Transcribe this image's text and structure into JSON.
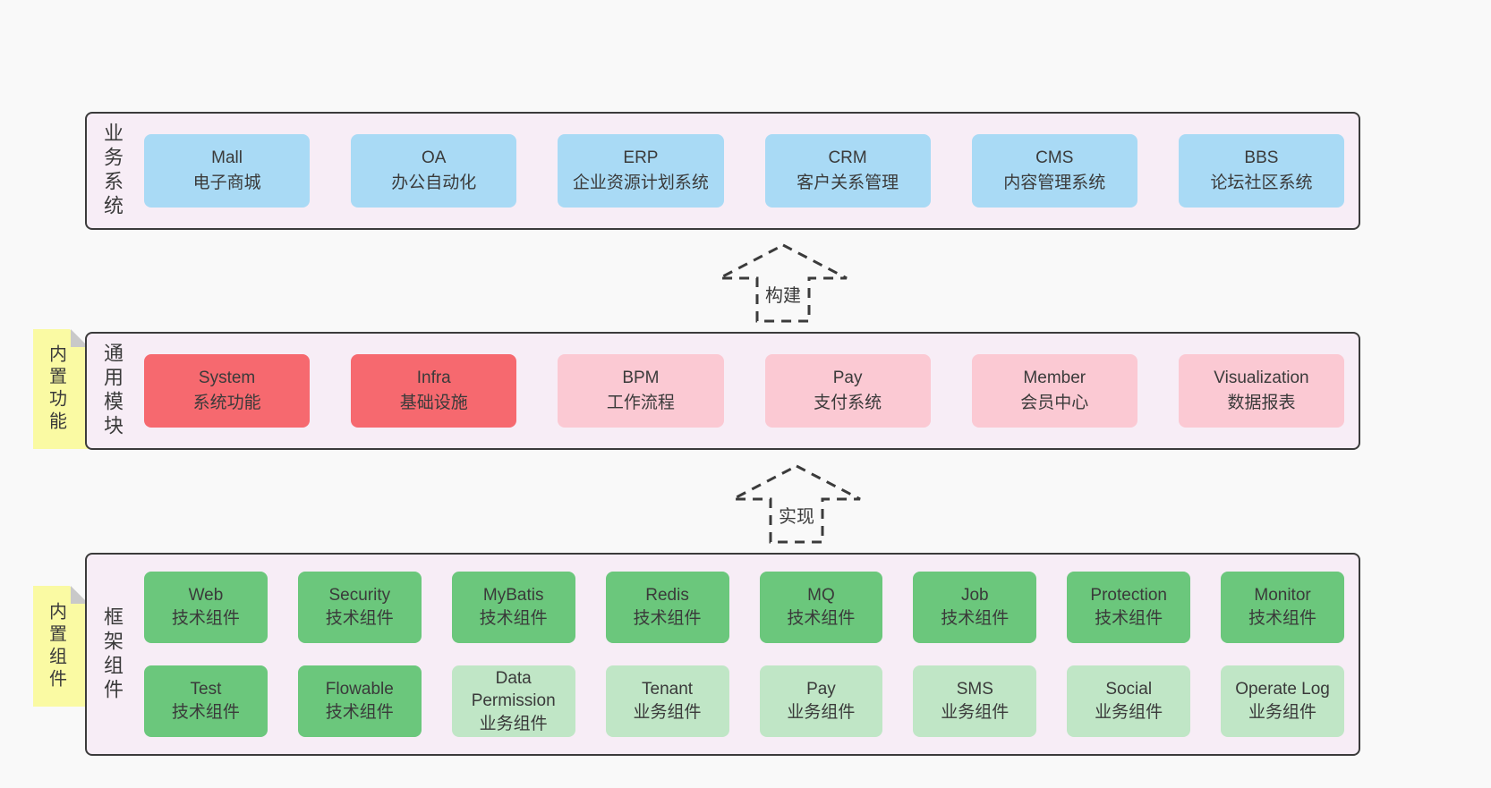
{
  "colors": {
    "page_bg": "#f9f9f9",
    "container_bg": "#f7edf6",
    "container_border": "#3b3b3b",
    "box_blue": "#a9daf5",
    "box_red": "#f6696f",
    "box_pink": "#fbc9d3",
    "box_green_dark": "#6bc77c",
    "box_green_light": "#c0e6c6",
    "note_yellow": "#fafaa3",
    "note_fold_gray": "#c9c9c9",
    "text": "#3a3a3a"
  },
  "arrows": [
    {
      "label": "构建"
    },
    {
      "label": "实现"
    }
  ],
  "sections": [
    {
      "label": "业务系统",
      "rows": [
        [
          {
            "name": "Mall",
            "desc": "电子商城"
          },
          {
            "name": "OA",
            "desc": "办公自动化"
          },
          {
            "name": "ERP",
            "desc": "企业资源计划系统"
          },
          {
            "name": "CRM",
            "desc": "客户关系管理"
          },
          {
            "name": "CMS",
            "desc": "内容管理系统"
          },
          {
            "name": "BBS",
            "desc": "论坛社区系统"
          }
        ]
      ]
    },
    {
      "label": "通用模块",
      "note": "内置功能",
      "rows": [
        [
          {
            "name": "System",
            "desc": "系统功能"
          },
          {
            "name": "Infra",
            "desc": "基础设施"
          },
          {
            "name": "BPM",
            "desc": "工作流程"
          },
          {
            "name": "Pay",
            "desc": "支付系统"
          },
          {
            "name": "Member",
            "desc": "会员中心"
          },
          {
            "name": "Visualization",
            "desc": "数据报表"
          }
        ]
      ]
    },
    {
      "label": "框架组件",
      "note": "内置组件",
      "rows": [
        [
          {
            "name": "Web",
            "desc": "技术组件"
          },
          {
            "name": "Security",
            "desc": "技术组件"
          },
          {
            "name": "MyBatis",
            "desc": "技术组件"
          },
          {
            "name": "Redis",
            "desc": "技术组件"
          },
          {
            "name": "MQ",
            "desc": "技术组件"
          },
          {
            "name": "Job",
            "desc": "技术组件"
          },
          {
            "name": "Protection",
            "desc": "技术组件"
          },
          {
            "name": "Monitor",
            "desc": "技术组件"
          }
        ],
        [
          {
            "name": "Test",
            "desc": "技术组件"
          },
          {
            "name": "Flowable",
            "desc": "技术组件"
          },
          {
            "name": "Data Permission",
            "desc": "业务组件"
          },
          {
            "name": "Tenant",
            "desc": "业务组件"
          },
          {
            "name": "Pay",
            "desc": "业务组件"
          },
          {
            "name": "SMS",
            "desc": "业务组件"
          },
          {
            "name": "Social",
            "desc": "业务组件"
          },
          {
            "name": "Operate Log",
            "desc": "业务组件"
          }
        ]
      ]
    }
  ]
}
